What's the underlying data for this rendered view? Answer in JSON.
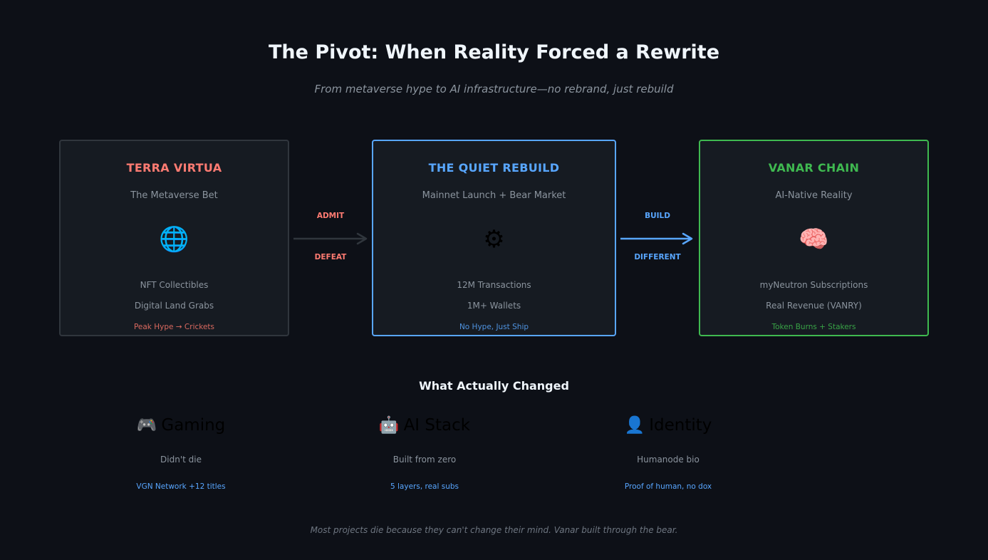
{
  "header": {
    "title": "The Pivot: When Reality Forced a Rewrite",
    "subtitle": "From metaverse hype to AI infrastructure—no rebrand, just rebuild"
  },
  "stages": [
    {
      "title": "TERRA VIRTUA",
      "subtitle": "The Metaverse Bet",
      "icon": "🌐",
      "icon_name": "globe-icon",
      "line1": "NFT Collectibles",
      "line2": "Digital Land Grabs",
      "note": "Peak Hype → Crickets",
      "accent": "#ff7b72",
      "border": "#30363d"
    },
    {
      "title": "THE QUIET REBUILD",
      "subtitle": "Mainnet Launch + Bear Market",
      "icon": "⚙",
      "icon_name": "gear-icon",
      "line1": "12M Transactions",
      "line2": "1M+ Wallets",
      "note": "No Hype, Just Ship",
      "accent": "#58a6ff",
      "border": "#58a6ff"
    },
    {
      "title": "VANAR CHAIN",
      "subtitle": "AI-Native Reality",
      "icon": "🧠",
      "icon_name": "brain-icon",
      "line1": "myNeutron Subscriptions",
      "line2": "Real Revenue (VANRY)",
      "note": "Token Burns + Stakers",
      "accent": "#3fb950",
      "border": "#3fb950"
    }
  ],
  "connectors": [
    {
      "top": "ADMIT",
      "bottom": "DEFEAT",
      "color": "#ff7b72",
      "line_color": "#30363d"
    },
    {
      "top": "BUILD",
      "bottom": "DIFFERENT",
      "color": "#58a6ff",
      "line_color": "#58a6ff"
    }
  ],
  "changes": {
    "title": "What Actually Changed",
    "items": [
      {
        "icon": "🎮",
        "icon_name": "gamepad-icon",
        "label": "Gaming",
        "desc": "Didn't die",
        "note": "VGN Network +12 titles"
      },
      {
        "icon": "🤖",
        "icon_name": "robot-icon",
        "label": "AI Stack",
        "desc": "Built from zero",
        "note": "5 layers, real subs"
      },
      {
        "icon": "👤",
        "icon_name": "person-icon",
        "label": "Identity",
        "desc": "Humanode bio",
        "note": "Proof of human, no dox"
      }
    ]
  },
  "footer": "Most projects die because they can't change their mind. Vanar built through the bear."
}
